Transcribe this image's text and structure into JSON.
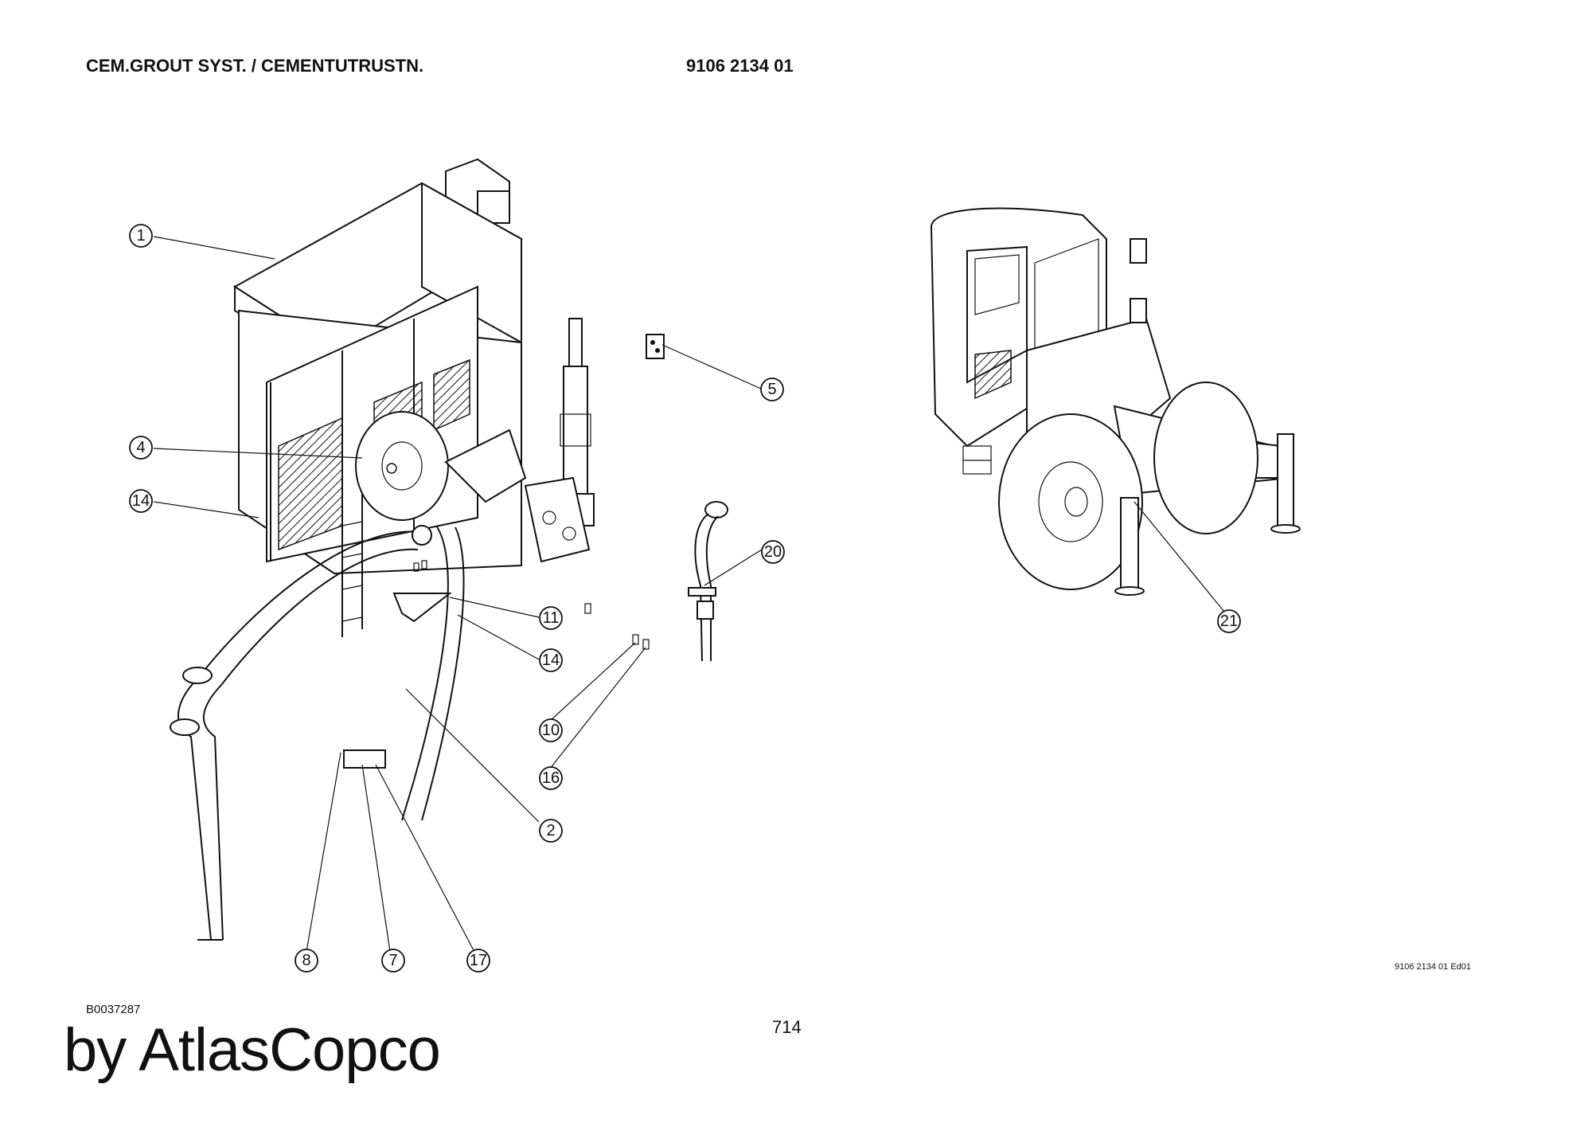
{
  "header": {
    "title": "CEM.GROUT SYST. / CEMENTUTRUSTN.",
    "document_number": "9106 2134 01"
  },
  "footer": {
    "drawing_id": "B0037287",
    "page_number": "714",
    "edition": "9106 2134 01 Ed01",
    "brand": "by AtlasCopco"
  },
  "callouts": [
    "1",
    "4",
    "14",
    "5",
    "20",
    "11",
    "14",
    "10",
    "16",
    "2",
    "8",
    "7",
    "17",
    "21"
  ]
}
